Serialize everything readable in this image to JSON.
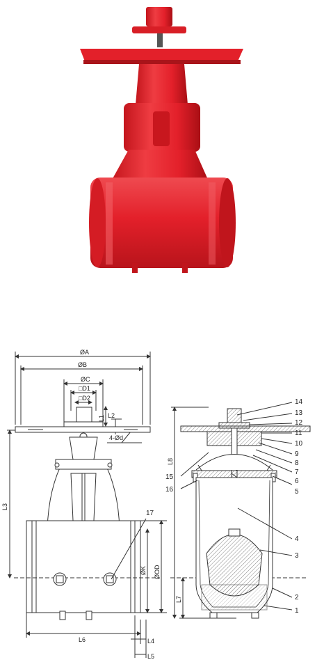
{
  "colors": {
    "valve_red": "#e3202a",
    "valve_dark": "#b31218",
    "valve_light": "#f2535a",
    "line": "#333333",
    "hatch": "#555555"
  },
  "dims": {
    "A": "ØA",
    "B": "ØB",
    "C": "ØC",
    "D1": "□D1",
    "D2": "□D2",
    "L1": "L1",
    "L2": "L2",
    "d": "4-Ød",
    "L3": "L3",
    "K": "ØK",
    "OD": "ØOD",
    "L4": "L4",
    "L5": "L5",
    "L6": "L6",
    "L7": "L7",
    "L8": "L8"
  },
  "parts": {
    "p1": "1",
    "p2": "2",
    "p3": "3",
    "p4": "4",
    "p5": "5",
    "p6": "6",
    "p7": "7",
    "p8": "8",
    "p9": "9",
    "p10": "10",
    "p11": "11",
    "p12": "12",
    "p13": "13",
    "p14": "14",
    "p15": "15",
    "p16": "16",
    "p17": "17"
  }
}
